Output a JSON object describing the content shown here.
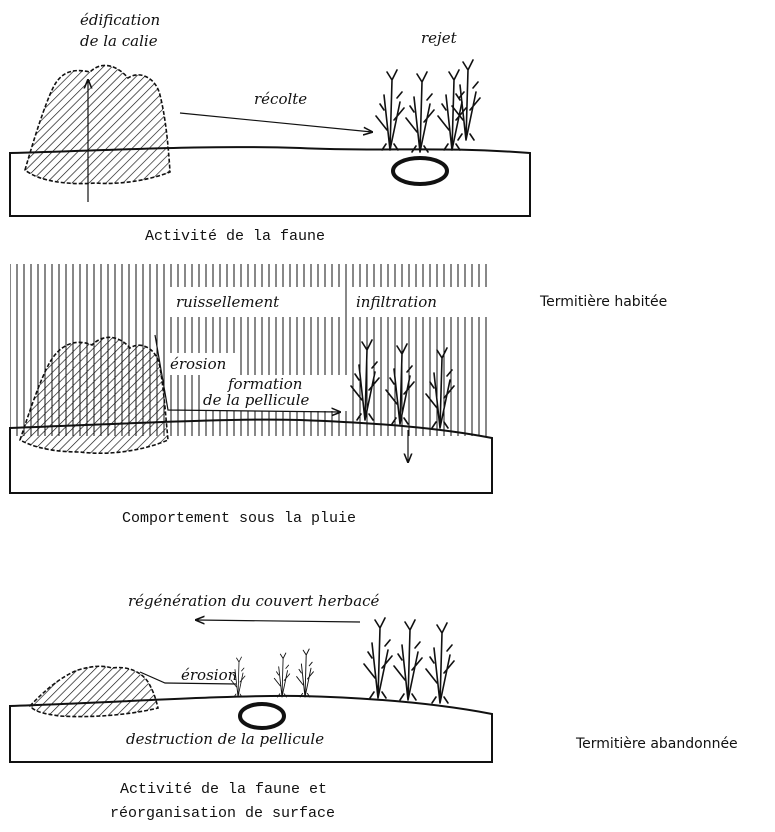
{
  "panel1": {
    "label_edification_line1": "édification",
    "label_edification_line2": "de la calie",
    "label_recolte": "récolte",
    "label_rejet": "rejet",
    "caption": "Activité de la faune"
  },
  "panel2": {
    "label_ruissellement": "ruissellement",
    "label_infiltration": "infiltration",
    "label_erosion": "érosion",
    "label_formation_line1": "formation",
    "label_formation_line2": "de la pellicule",
    "caption": "Comportement sous la pluie"
  },
  "panel3": {
    "label_regeneration": "régénération du couvert herbacé",
    "label_erosion": "érosion",
    "label_destruction": "destruction de la pellicule",
    "caption_line1": "Activité de la faune et",
    "caption_line2": "réorganisation de surface"
  },
  "side_labels": {
    "habitee": "Termitière habitée",
    "abandonnee": "Termitière abandonnée"
  }
}
